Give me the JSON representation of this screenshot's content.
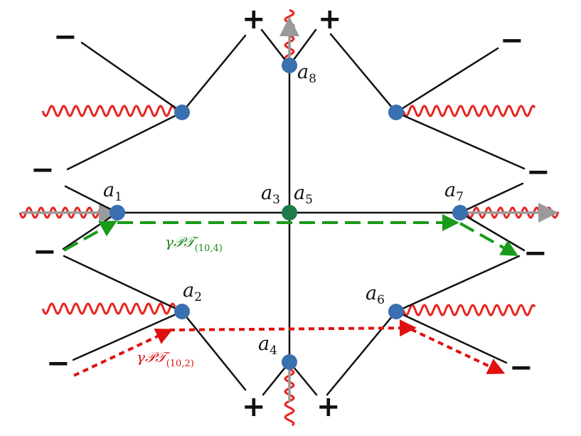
{
  "colors": {
    "edge": "#111111",
    "vertex": "#3a6fb0",
    "center_vertex": "#1f7a4a",
    "wavy": "#e8251f",
    "arrow_gray": "#9a9a9a",
    "path_green": "#1a9a1a",
    "path_red": "#e01010"
  },
  "vertices": {
    "a1": {
      "base": "a",
      "sub": "1"
    },
    "a2": {
      "base": "a",
      "sub": "2"
    },
    "a3": {
      "base": "a",
      "sub": "3"
    },
    "a4": {
      "base": "a",
      "sub": "4"
    },
    "a5": {
      "base": "a",
      "sub": "5"
    },
    "a6": {
      "base": "a",
      "sub": "6"
    },
    "a7": {
      "base": "a",
      "sub": "7"
    },
    "a8": {
      "base": "a",
      "sub": "8"
    }
  },
  "signs": {
    "plus": "+",
    "minus": "−"
  },
  "paths": {
    "green": {
      "gamma": "γ",
      "sym": "𝒫𝒯",
      "sub": "(10,4)"
    },
    "red": {
      "gamma": "γ",
      "sym": "𝒫𝒯",
      "sub": "(10,2)"
    }
  }
}
